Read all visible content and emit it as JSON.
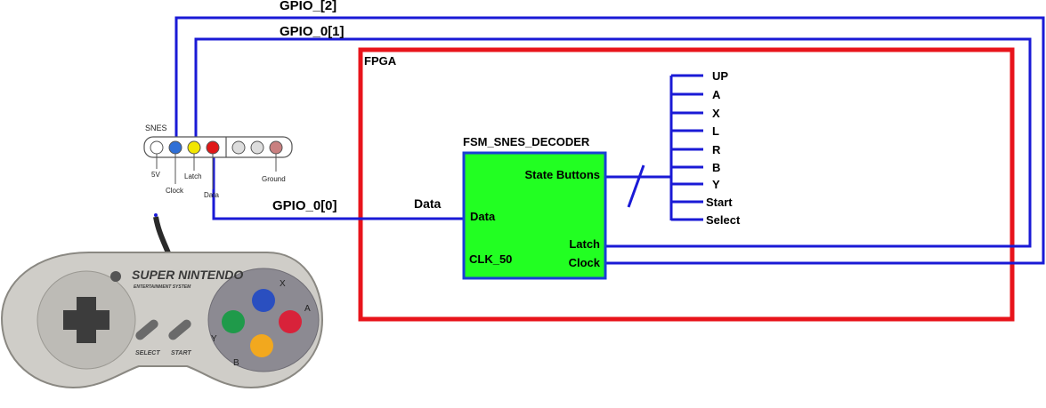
{
  "signals": {
    "gpio_2": "GPIO_[2]",
    "gpio_0_1": "GPIO_0[1]",
    "gpio_0_0": "GPIO_0[0]",
    "data_wire": "Data"
  },
  "fpga": {
    "label": "FPGA",
    "border_color": "#e8141b"
  },
  "decoder": {
    "title": "FSM_SNES_DECODER",
    "fill_color": "#22ff22",
    "port_state_buttons": "State Buttons",
    "port_data": "Data",
    "port_clk": "CLK_50",
    "port_latch": "Latch",
    "port_clock": "Clock"
  },
  "outputs": [
    "UP",
    "A",
    "X",
    "L",
    "R",
    "B",
    "Y",
    "Start",
    "Select"
  ],
  "connector": {
    "title": "SNES",
    "pin_5v": "5V",
    "pin_clock": "Clock",
    "pin_latch": "Latch",
    "pin_data": "Data",
    "pin_ground": "Ground"
  },
  "controller": {
    "brand": "SUPER NINTENDO",
    "subtitle": "ENTERTAINMENT SYSTEM",
    "select": "SELECT",
    "start": "START",
    "btn_x": "X",
    "btn_a": "A",
    "btn_y": "Y",
    "btn_b": "B"
  },
  "colors": {
    "wire": "#1a1ad6",
    "clock_pin": "#2f6fd6",
    "latch_pin": "#f2e600",
    "data_pin": "#e01818",
    "ground_pin": "#c98080",
    "button_x": "#2a4fc0",
    "button_a": "#d8223a",
    "button_y": "#1f9a4a",
    "button_b": "#f2a81e"
  }
}
